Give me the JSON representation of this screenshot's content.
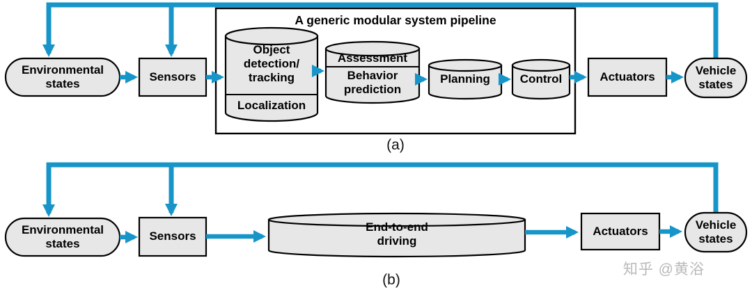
{
  "colors": {
    "arrow": "#1795c8",
    "node_fill": "#e7e7e7"
  },
  "watermark": "知乎 @黄浴",
  "diagram_a": {
    "caption": "(a)",
    "pipeline_title": "A generic modular system pipeline",
    "environmental_states": "Environmental\nstates",
    "sensors": "Sensors",
    "object_detection": "Object\ndetection/\ntracking",
    "localization": "Localization",
    "assessment": "Assessment",
    "behavior_prediction": "Behavior\nprediction",
    "planning": "Planning",
    "control": "Control",
    "actuators": "Actuators",
    "vehicle_states": "Vehicle\nstates"
  },
  "diagram_b": {
    "caption": "(b)",
    "environmental_states": "Environmental\nstates",
    "sensors": "Sensors",
    "end_to_end": "End-to-end\ndriving",
    "actuators": "Actuators",
    "vehicle_states": "Vehicle\nstates"
  }
}
